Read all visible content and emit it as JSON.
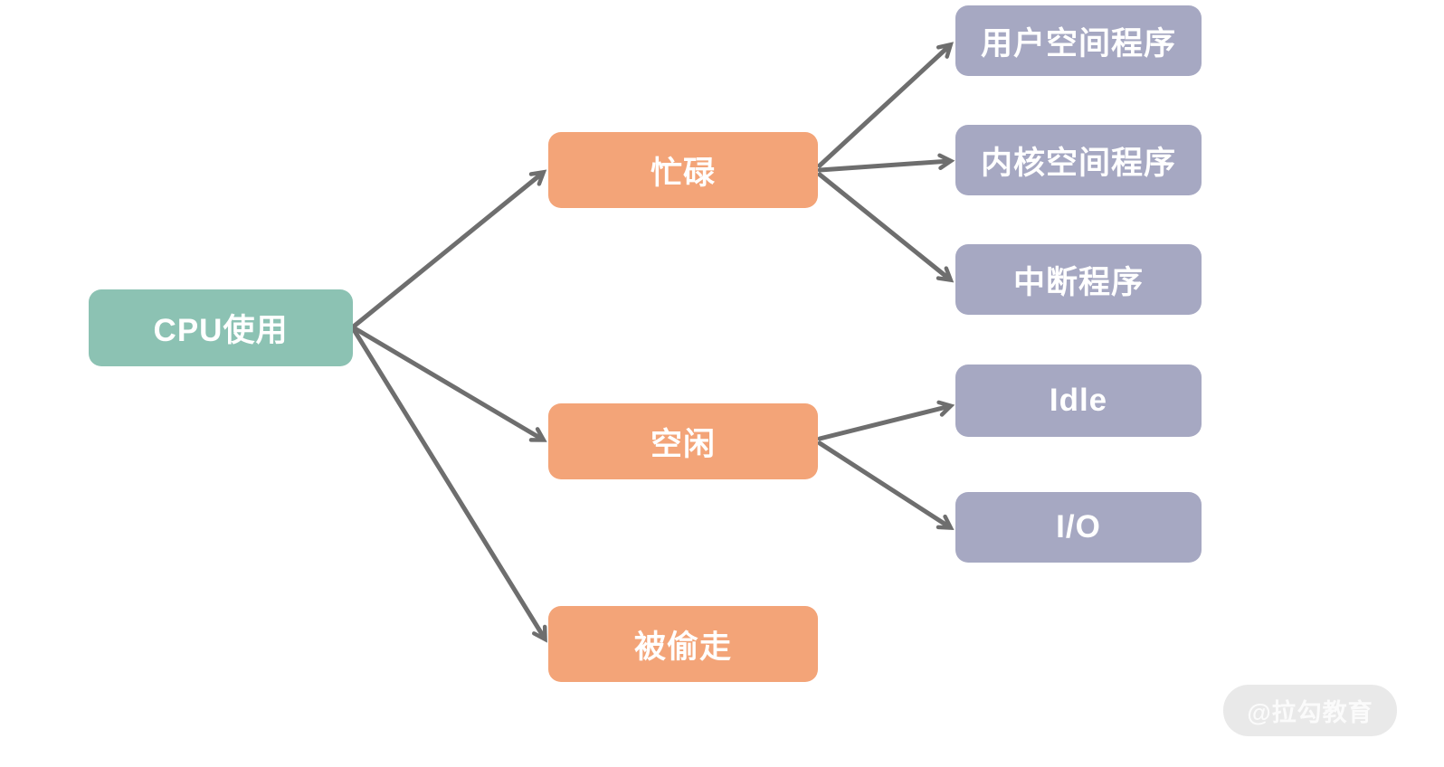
{
  "nodes": {
    "cpu": {
      "label": "CPU使用",
      "level": "root"
    },
    "busy": {
      "label": "忙碌",
      "level": "branch"
    },
    "idle": {
      "label": "空闲",
      "level": "branch"
    },
    "stolen": {
      "label": "被偷走",
      "level": "branch"
    },
    "user_space": {
      "label": "用户空间程序",
      "level": "leaf"
    },
    "kernel_space": {
      "label": "内核空间程序",
      "level": "leaf"
    },
    "interrupt": {
      "label": "中断程序",
      "level": "leaf"
    },
    "idle_en": {
      "label": "Idle",
      "level": "leaf"
    },
    "io": {
      "label": "I/O",
      "level": "leaf"
    }
  },
  "edges": [
    {
      "from": "cpu",
      "to": "busy"
    },
    {
      "from": "cpu",
      "to": "idle"
    },
    {
      "from": "cpu",
      "to": "stolen"
    },
    {
      "from": "busy",
      "to": "user_space"
    },
    {
      "from": "busy",
      "to": "kernel_space"
    },
    {
      "from": "busy",
      "to": "interrupt"
    },
    {
      "from": "idle",
      "to": "idle_en"
    },
    {
      "from": "idle",
      "to": "io"
    }
  ],
  "colors": {
    "root_node": "#8CC2B3",
    "branch_node": "#F3A478",
    "leaf_node": "#A6A8C2",
    "arrow": "#6E6E6E",
    "background": "#FFFFFF",
    "watermark_bg": "#E9E9E9",
    "watermark_text": "#FBFBFB"
  },
  "watermark": {
    "text": "@拉勾教育"
  }
}
